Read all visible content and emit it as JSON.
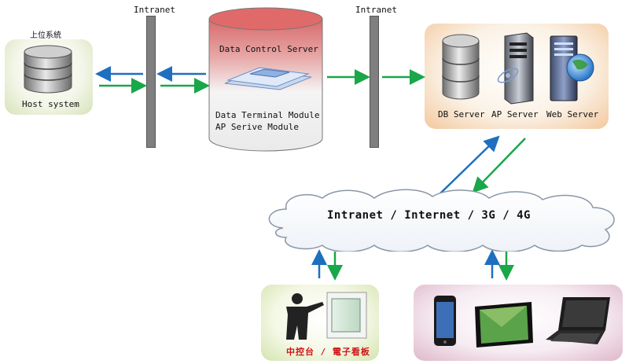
{
  "host": {
    "caption_top": "上位系統",
    "caption_bottom": "Host system",
    "icon": "database-icon"
  },
  "intranet_left": {
    "label": "Intranet"
  },
  "intranet_right": {
    "label": "Intranet"
  },
  "data_control": {
    "title": "Data Control Server",
    "line1": "Data Terminal Module",
    "line2": "AP Serive Module",
    "colors": {
      "top": "#d96c6c",
      "bottom": "#f1f1f1"
    }
  },
  "servers": {
    "db": "DB Server",
    "ap": "AP Server",
    "web": "Web Server",
    "icons": [
      "database-icon",
      "server-tower-icon",
      "web-server-icon"
    ]
  },
  "cloud": {
    "label": "Intranet / Internet / 3G / 4G"
  },
  "console": {
    "label": "中控台 / 電子看板",
    "icon": "presenter-screen-icon"
  },
  "devices": {
    "icons": [
      "smartphone-icon",
      "tablet-icon",
      "laptop-icon"
    ]
  },
  "colors": {
    "arrow_blue": "#1f6fbf",
    "arrow_green": "#1aa64a"
  }
}
